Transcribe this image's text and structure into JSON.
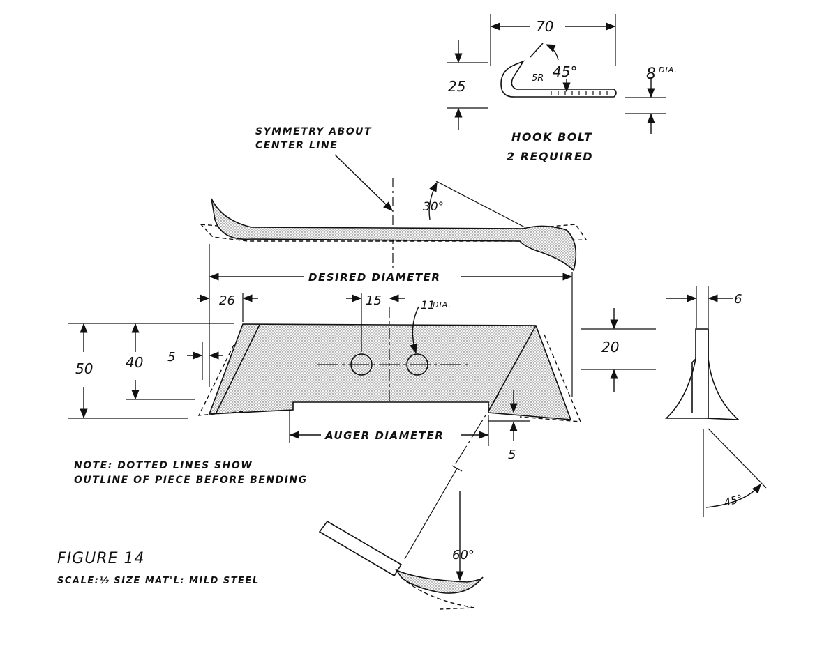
{
  "figure": {
    "title": "FIGURE 14",
    "scale_note": "SCALE:½ SIZE   MAT'L: MILD STEEL",
    "note_line1": "NOTE: DOTTED LINES SHOW",
    "note_line2": "OUTLINE OF PIECE BEFORE BENDING"
  },
  "hook_bolt": {
    "title": "HOOK BOLT",
    "qty": "2 REQUIRED",
    "length": "70",
    "height": "25",
    "radius": "5R",
    "angle": "45°",
    "dia_value": "8",
    "dia_unit": "DIA."
  },
  "top_view": {
    "symmetry_line1": "SYMMETRY ABOUT",
    "symmetry_line2": "CENTER LINE",
    "angle": "30°",
    "desired_diameter": "DESIRED DIAMETER"
  },
  "front_view": {
    "dim_26": "26",
    "dim_15": "15",
    "hole": "11",
    "hole_unit": "DIA.",
    "dim_50": "50",
    "dim_40": "40",
    "dim_5_left": "5",
    "dim_20": "20",
    "dim_5_right": "5",
    "auger_diameter": "AUGER DIAMETER"
  },
  "side_view": {
    "thickness": "6",
    "angle": "45°"
  },
  "detail": {
    "angle": "60°"
  }
}
